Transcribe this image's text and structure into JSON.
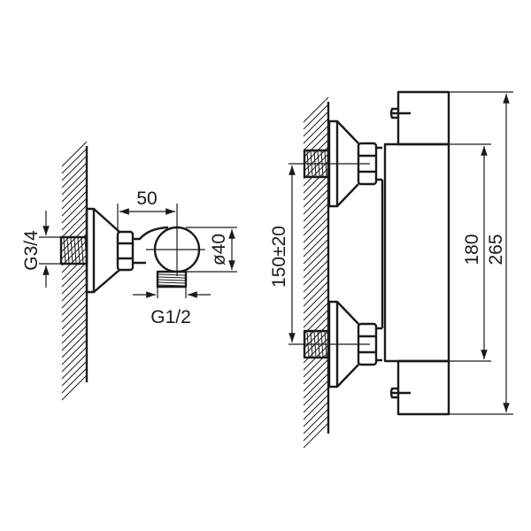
{
  "drawing": {
    "left_view": {
      "dim_width": "50",
      "dim_wall_thread": "G3/4",
      "dim_diameter": "ø40",
      "dim_outlet_thread": "G1/2"
    },
    "right_view": {
      "dim_inlet_spacing": "150±20",
      "dim_body_height": "180",
      "dim_total_height": "265"
    },
    "colors": {
      "line": "#1a1a1a",
      "background": "#ffffff"
    }
  }
}
